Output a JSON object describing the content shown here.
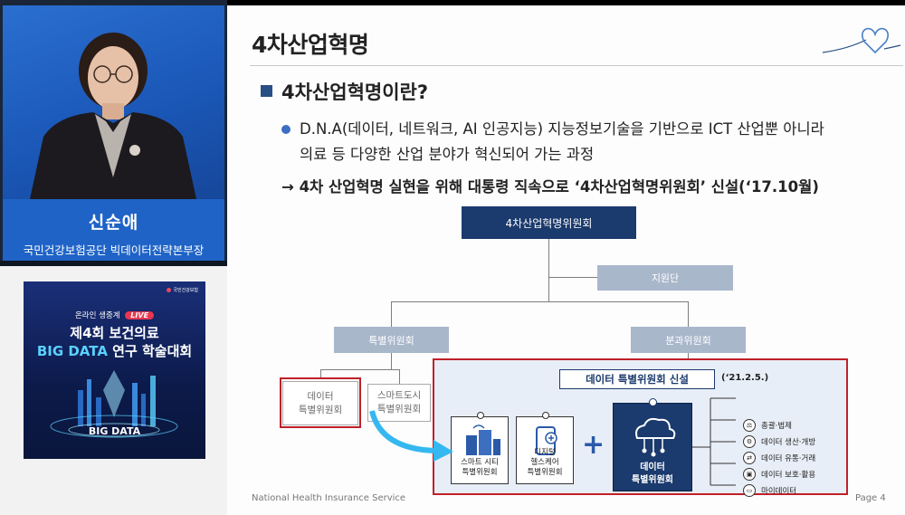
{
  "speaker": {
    "name": "신순애",
    "title": "국민건강보험공단 빅데이터전략본부장"
  },
  "poster": {
    "logo_text": "국민건강보험",
    "live_prefix": "온라인 생중계",
    "live_badge": "LIVE",
    "title_line1": "제4회 보건의료",
    "title_line2_highlight": "BIG DATA",
    "title_line2_rest": " 연구 학술대회",
    "big_data": "BIG DATA"
  },
  "slide": {
    "title": "4차산업혁명",
    "section_heading": "4차산업혁명이란?",
    "bullet_line1": "D.N.A(데이터, 네트워크, AI 인공지능) 지능정보기술을 기반으로 ICT 산업뿐 아니라",
    "bullet_line2": "의료 등 다양한 산업 분야가 혁신되어 가는 과정",
    "arrow_line": "→ 4차 산업혁명 실현을 위해 대통령 직속으로 ‘4차산업혁명위원회’ 신설(‘17.10월)",
    "footer_org": "National Health Insurance Service",
    "footer_page": "Page 4"
  },
  "org": {
    "top": "4차산업혁명위원회",
    "support": "지원단",
    "special": "특별위원회",
    "subcommittee": "분과위원회",
    "data_committee_l1": "데이터",
    "data_committee_l2": "특별위원회",
    "smart_committee_l1": "스마트도시",
    "smart_committee_l2": "특별위원회",
    "new_title": "데이터 특별위원회 신설",
    "new_date": "(‘21.2.5.)",
    "card_smart_l1": "스마트 시티",
    "card_smart_l2": "특별위원회",
    "card_health_l1": "디지털",
    "card_health_l2": "헬스케어",
    "card_health_l3": "특별위원회",
    "plus": "+",
    "data_special_l1": "데이터",
    "data_special_l2": "특별위원회",
    "functions": [
      "총괄·법제",
      "데이터 생산·개방",
      "데이터 유통·거래",
      "데이터 보호·활용",
      "마이데이터"
    ]
  },
  "colors": {
    "navy": "#1b3a6d",
    "accent_red": "#c0202a",
    "speaker_blue": "#1f63c6",
    "light_box": "#a9b7cb"
  }
}
